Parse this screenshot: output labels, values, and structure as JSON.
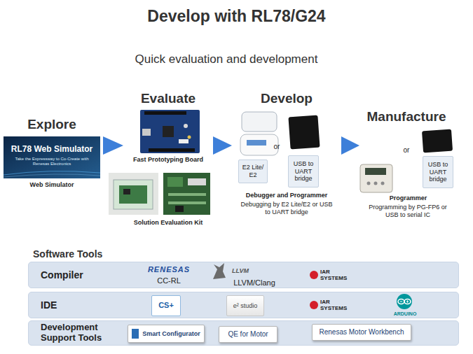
{
  "diagram": {
    "title": "Develop with RL78/G24",
    "nodes": [
      {
        "text": [
          "Explore",
          "Web Simulator"
        ]
      },
      {
        "text": [
          "Evaluate",
          "Fast Prototyping Board",
          "Solution Evaluation Kit"
        ]
      },
      {
        "text": [
          "Develop",
          "or",
          "Debugger and Programmer",
          "Debugging by E2 Lite/E2 or USB to UART bridge"
        ]
      },
      {
        "text": [
          "E2 Lite/ E2"
        ],
        "in": 2
      },
      {
        "text": [
          "USB to UART bridge"
        ],
        "in": 2
      },
      {
        "text": [
          "Manufacture",
          "or",
          "Programmer",
          "Programming by PG-FP6 or USB to serial IC"
        ]
      },
      {
        "text": [
          "USB to UART bridge"
        ],
        "in": 5
      },
      {
        "text": [
          "Software Tools"
        ]
      },
      {
        "text": [
          "Compiler",
          "RENESAS",
          "CC-RL",
          "LLVM",
          "LLVM/Clang",
          "IAR SYSTEMS"
        ],
        "in": 7
      },
      {
        "text": [
          "IDE",
          "IAR SYSTEMS",
          "ARDUINO"
        ],
        "in": 7
      },
      {
        "text": [
          "CS+"
        ],
        "in": 9
      },
      {
        "text": [
          "e² studio"
        ],
        "in": 9
      },
      {
        "text": [
          "Development Support Tools"
        ],
        "in": 7
      },
      {
        "text": [
          "Smart Configurator"
        ],
        "in": 12
      },
      {
        "text": [
          "QE for Motor"
        ],
        "in": 12
      },
      {
        "text": [
          "Renesas Motor Workbench"
        ],
        "in": 12
      }
    ],
    "edges": [
      {
        "from": 0,
        "to": 1,
        "arrow": "to"
      },
      {
        "from": 1,
        "to": 2,
        "arrow": "to"
      },
      {
        "from": 2,
        "to": 5,
        "arrow": "to"
      }
    ],
    "labels": [
      "Quick evaluation and development",
      "RL78 Web Simulator",
      "Take the Expressway to Co-Create with Renesas Electronics"
    ]
  }
}
